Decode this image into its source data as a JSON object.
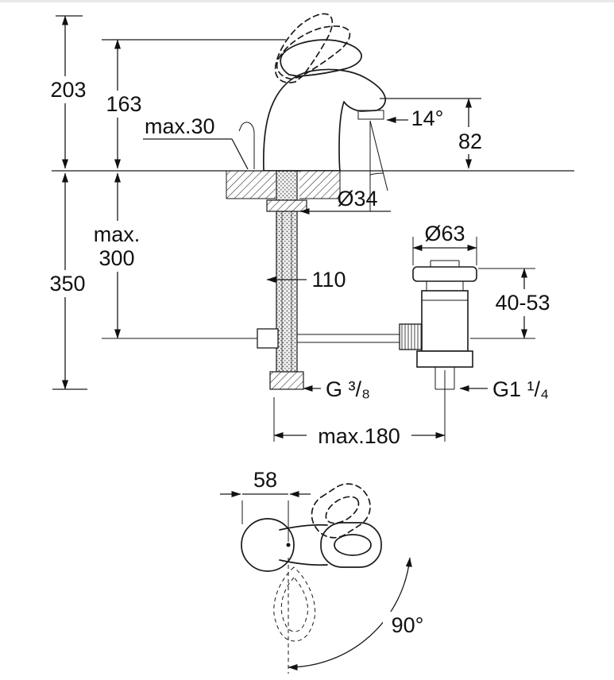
{
  "window": {
    "background": "#ffffff",
    "line_color": "#1a1a1a"
  },
  "side_view": {
    "dims": {
      "height_total": "203",
      "height_body": "163",
      "deck_max": "max.30",
      "spout_height": "82",
      "spout_angle": "14°",
      "hole_diameter": "Ø34",
      "hose_max_line1": "max.",
      "hose_max_line2": "300",
      "depth_total": "350",
      "inlet_length": "110",
      "waste_flange_diameter": "Ø63",
      "waste_adjust_range": "40-53",
      "supply_thread": "G ³/₈",
      "waste_thread": "G1 ¹/₄",
      "centers_max": "max.180"
    }
  },
  "top_view": {
    "dims": {
      "hole_offset": "58",
      "swivel_angle": "90°"
    }
  }
}
